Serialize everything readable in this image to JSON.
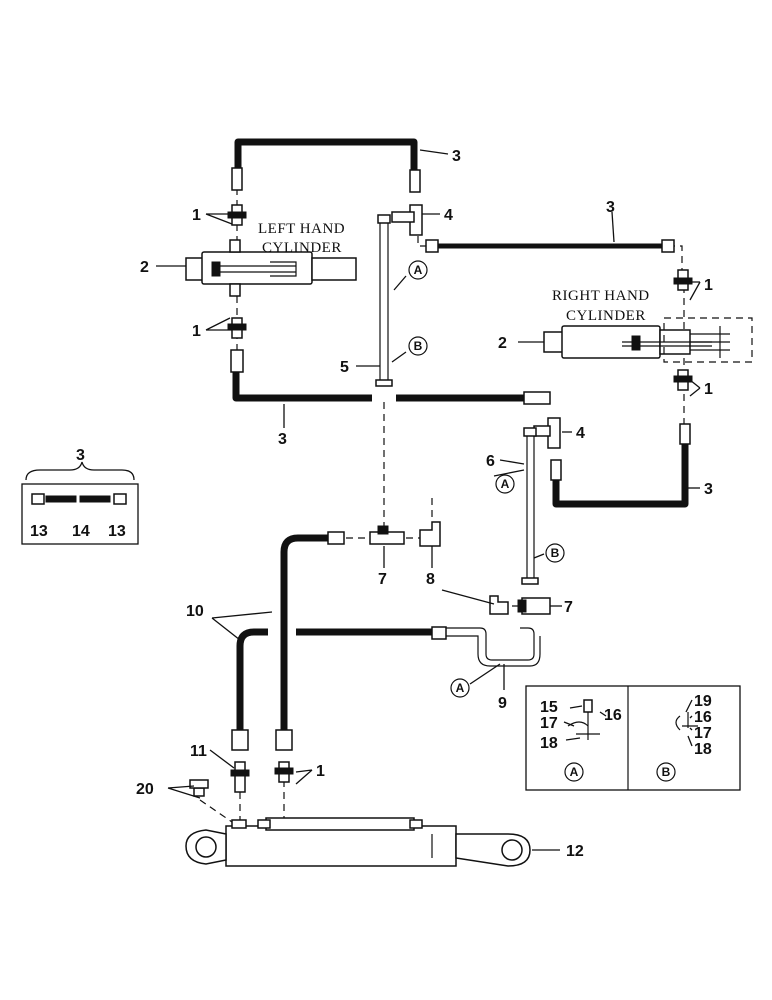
{
  "captions": {
    "left_cylinder_line1": "LEFT HAND",
    "left_cylinder_line2": "CYLINDER",
    "right_cylinder_line1": "RIGHT HAND",
    "right_cylinder_line2": "CYLINDER"
  },
  "callouts": {
    "n1": "1",
    "n2": "2",
    "n3": "3",
    "n4": "4",
    "n5": "5",
    "n6": "6",
    "n7": "7",
    "n8": "8",
    "n9": "9",
    "n10": "10",
    "n11": "11",
    "n12": "12",
    "n13": "13",
    "n14": "14",
    "n15": "15",
    "n16": "16",
    "n17": "17",
    "n18": "18",
    "n19": "19",
    "n20": "20"
  },
  "detail_letters": {
    "a": "A",
    "b": "B"
  }
}
